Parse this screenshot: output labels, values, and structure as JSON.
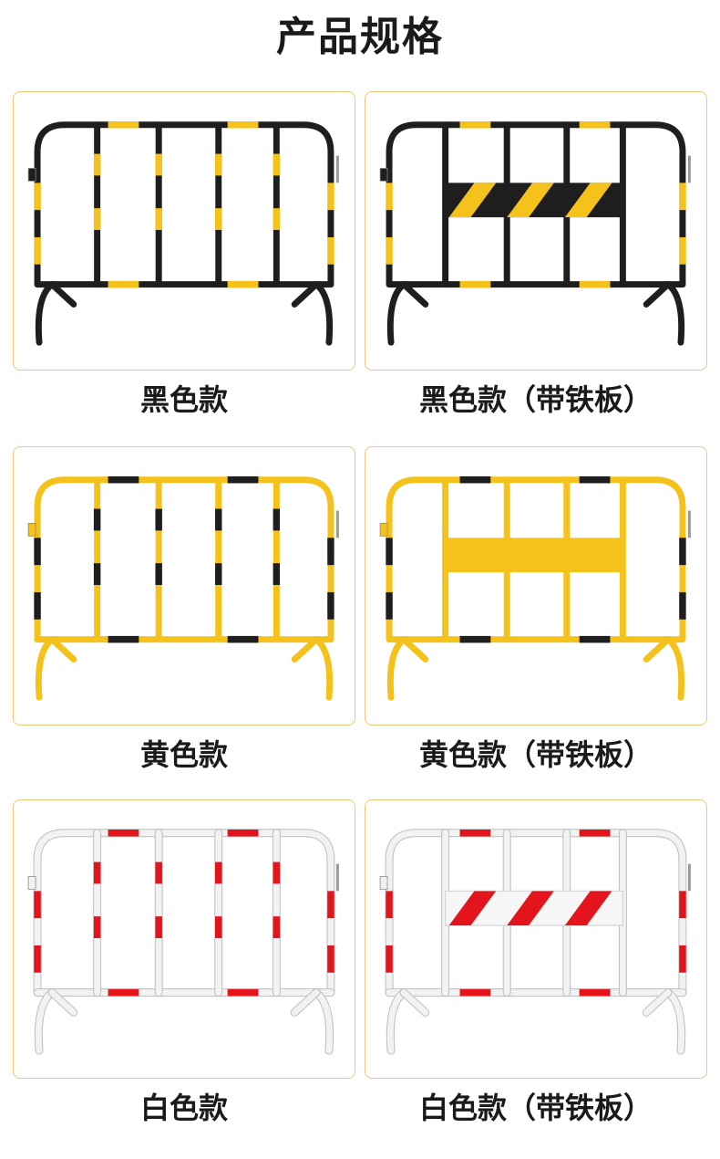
{
  "title": "产品规格",
  "colors": {
    "border": "#f0c878",
    "black": "#1e1e1e",
    "yellow": "#f4c21a",
    "white": "#f2f2f2",
    "red": "#e3141c"
  },
  "products": [
    {
      "caption": "黑色款",
      "frame": "black",
      "stripe": "yellow",
      "plate": false
    },
    {
      "caption": "黑色款（带铁板）",
      "frame": "black",
      "stripe": "yellow",
      "plate": true
    },
    {
      "caption": "黄色款",
      "frame": "yellow",
      "stripe": "black",
      "plate": false
    },
    {
      "caption": "黄色款（带铁板）",
      "frame": "yellow",
      "stripe": "black",
      "plate": true
    },
    {
      "caption": "白色款",
      "frame": "white",
      "stripe": "red",
      "plate": false
    },
    {
      "caption": "白色款（带铁板）",
      "frame": "white",
      "stripe": "red",
      "plate": true
    }
  ]
}
